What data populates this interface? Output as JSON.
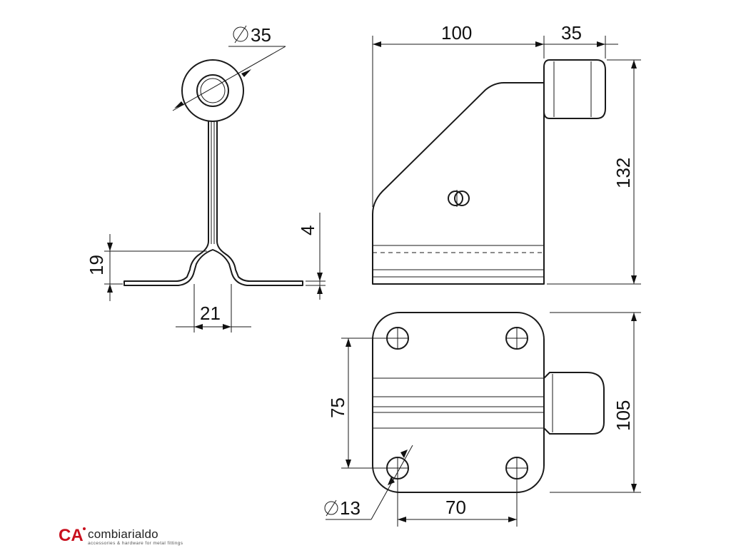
{
  "dimensions": {
    "roller_diameter": "35",
    "width_top": "100",
    "roller_length": "35",
    "height": "132",
    "plate_thickness": "4",
    "fold_height": "19",
    "fold_width": "21",
    "hole_spacing_vertical": "75",
    "plate_height": "105",
    "hole_diameter": "13",
    "hole_spacing_horizontal": "70"
  },
  "logo": {
    "mark": "CA",
    "name": "combiarialdo",
    "tagline": "accessories & hardware for metal fittings",
    "brand_color": "#c8101e"
  }
}
